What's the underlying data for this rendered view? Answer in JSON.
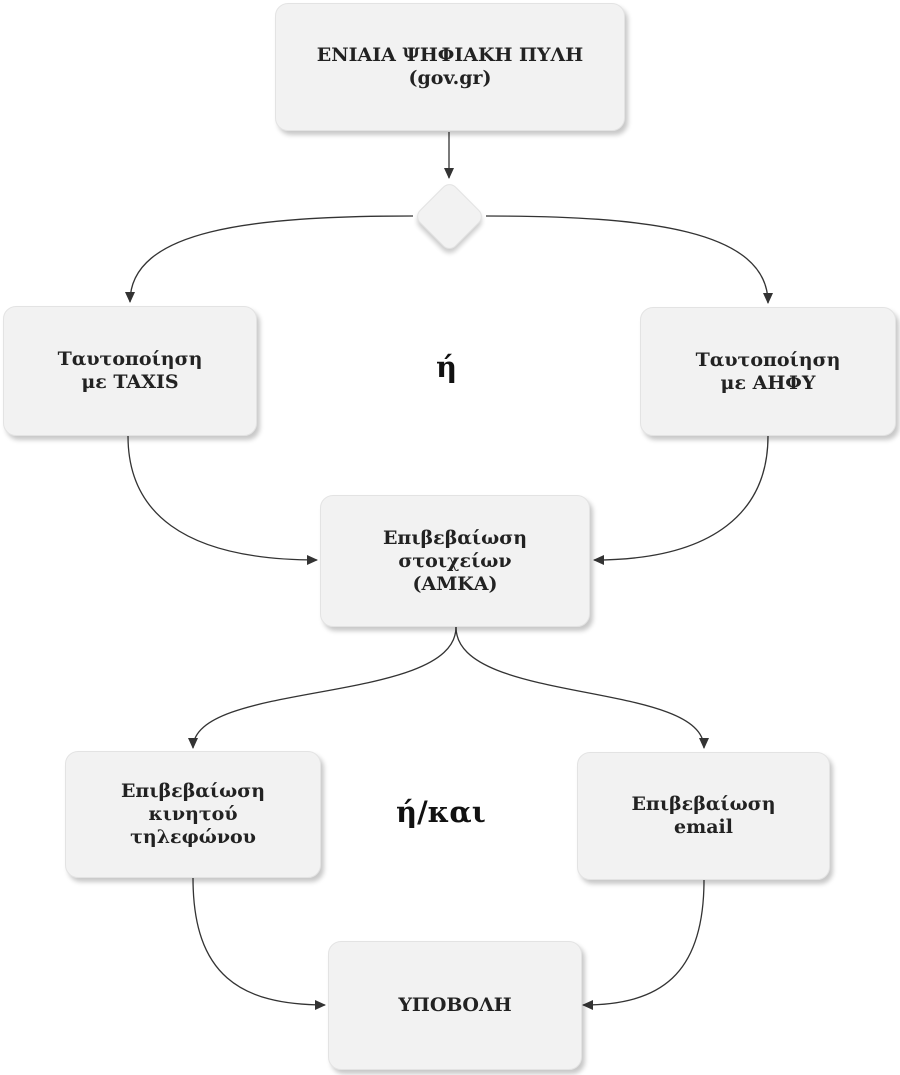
{
  "nodes": {
    "portal": "ΕΝΙΑΙΑ ΨΗΦΙΑΚΗ ΠΥΛΗ\n(gov.gr)",
    "taxis": "Ταυτοποίηση\nμε TAXIS",
    "ahfy": "Ταυτοποίηση\nμε ΑΗΦΥ",
    "amka": "Επιβεβαίωση\nστοιχείων\n(ΑΜΚΑ)",
    "mobile": "Επιβεβαίωση\nκινητού\nτηλεφώνου",
    "email": "Επιβεβαίωση\nemail",
    "submit": "ΥΠΟΒΟΛΗ"
  },
  "connectors": {
    "or": "ή",
    "and_or": "ή/και"
  }
}
